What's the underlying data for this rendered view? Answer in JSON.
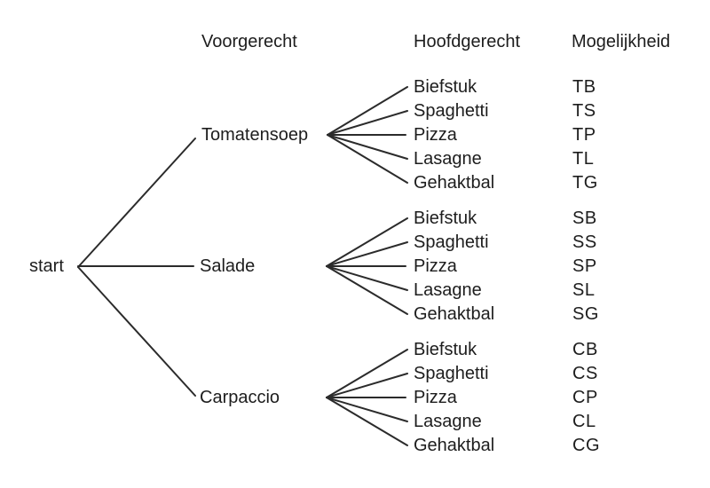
{
  "diagram": {
    "type": "tree",
    "root_label": "start",
    "columns": [
      "Voorgerecht",
      "Hoofdgerecht",
      "Mogelijkheid"
    ],
    "branches": [
      {
        "label": "Tomatensoep",
        "leaves": [
          {
            "dish": "Biefstuk",
            "code": "TB"
          },
          {
            "dish": "Spaghetti",
            "code": "TS"
          },
          {
            "dish": "Pizza",
            "code": "TP"
          },
          {
            "dish": "Lasagne",
            "code": "TL"
          },
          {
            "dish": "Gehaktbal",
            "code": "TG"
          }
        ]
      },
      {
        "label": "Salade",
        "leaves": [
          {
            "dish": "Biefstuk",
            "code": "SB"
          },
          {
            "dish": "Spaghetti",
            "code": "SS"
          },
          {
            "dish": "Pizza",
            "code": "SP"
          },
          {
            "dish": "Lasagne",
            "code": "SL"
          },
          {
            "dish": "Gehaktbal",
            "code": "SG"
          }
        ]
      },
      {
        "label": "Carpaccio",
        "leaves": [
          {
            "dish": "Biefstuk",
            "code": "CB"
          },
          {
            "dish": "Spaghetti",
            "code": "CS"
          },
          {
            "dish": "Pizza",
            "code": "CP"
          },
          {
            "dish": "Lasagne",
            "code": "CL"
          },
          {
            "dish": "Gehaktbal",
            "code": "CG"
          }
        ]
      }
    ],
    "colors": {
      "line": "#2b2b2b",
      "text": "#1d1d1d",
      "background": "#ffffff"
    }
  }
}
